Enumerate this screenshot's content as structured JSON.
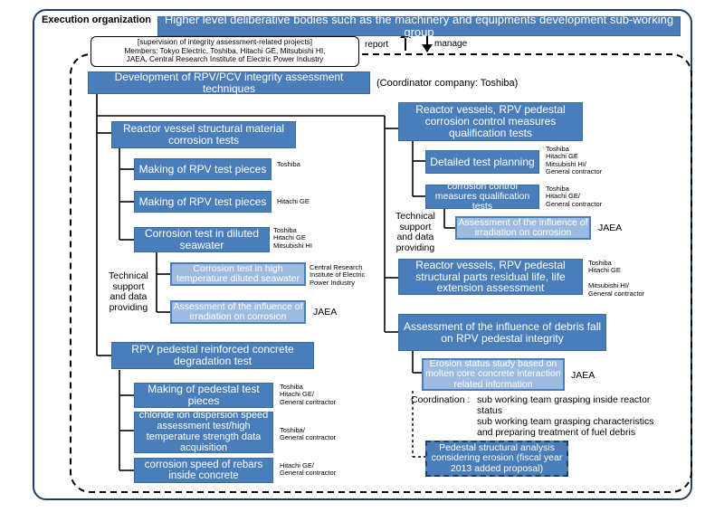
{
  "frame_title": "Execution organization",
  "top_box": "Higher level deliberative bodies such as the machinery and equipments development sub-working group",
  "report_label": "report",
  "manage_label": "manage",
  "supervision": {
    "line1": "[supervision of integrity assessment-related projects]",
    "line2": "Members: Tokyo Electric, Toshiba, Hitachi GE, Mitsubishi HI,",
    "line3": "JAEA, Central Research Institute of Electric Power Industry"
  },
  "main_box": "Development of RPV/PCV integrity assessment techniques",
  "coordinator": "(Coordinator company: Toshiba)",
  "left": {
    "corrosion_tests": "Reactor vessel structural material corrosion tests",
    "making_rpv_1": "Making of RPV test pieces",
    "making_rpv_1_org": "Toshiba",
    "making_rpv_2": "Making of RPV test pieces",
    "making_rpv_2_org": "Hitachi GE",
    "diluted_seawater": "Corrosion test in diluted seawater",
    "diluted_seawater_org": "Toshiba\nHitachi GE\nMitsubishi HI",
    "technical_support": "Technical\nsupport\nand data\nproviding",
    "high_temp": "Corrosion test in high temperature diluted seawater",
    "high_temp_org": "Central Research\nInstitute of Electric\nPower Industry",
    "irradiation": "Assessment of the influence of irradiation on corrosion",
    "irradiation_org": "JAEA",
    "pedestal_degradation": "RPV pedestal reinforced concrete degradation test",
    "pedestal_pieces": "Making of pedestal test pieces",
    "pedestal_pieces_org": "Toshiba\nHitachi GE/\nGeneral contractor",
    "chloride": "chloride ion dispersion speed assessment test/high temperature strength data acquisition",
    "chloride_org": "Toshiba/\nGeneral contractor",
    "rebars": "corrosion speed of rebars inside concrete",
    "rebars_org": "Hitachi GE/\nGeneral contractor"
  },
  "right": {
    "qualification": "Reactor vessels, RPV pedestal corrosion control measures qualification tests",
    "detailed_planning": "Detailed test planning",
    "detailed_planning_org": "Toshiba\nHitachi GE\nMitsubishi HI/\nGeneral contractor",
    "control_measures": "corrosion control measures qualification tests",
    "control_measures_org": "Toshiba\nHitachi GE/\nGeneral contractor",
    "technical_support": "Technical\nsupport\nand data\nproviding",
    "irradiation": "Assessment of the influence of irradiation on corrosion",
    "irradiation_org": "JAEA",
    "residual_life": "Reactor vessels, RPV pedestal structural parts residual life, life extension assessment",
    "residual_life_org": "Toshiba\nHitachi GE\n\nMitsubishi HI/\nGeneral contractor",
    "debris_fall": "Assessment of the influence of debris fall on RPV pedestal integrity",
    "erosion_study": "Erosion status study based on molten core concrete interaction related information",
    "erosion_study_org": "JAEA",
    "coordination_label": "Coordination :",
    "coordination_1": "sub working team grasping inside reactor\nstatus",
    "coordination_2": "sub working team grasping  characteristics\nand preparing treatment of fuel debris",
    "structural_analysis": "Pedestal structural analysis considering erosion (fiscal year 2013 added proposal)"
  }
}
